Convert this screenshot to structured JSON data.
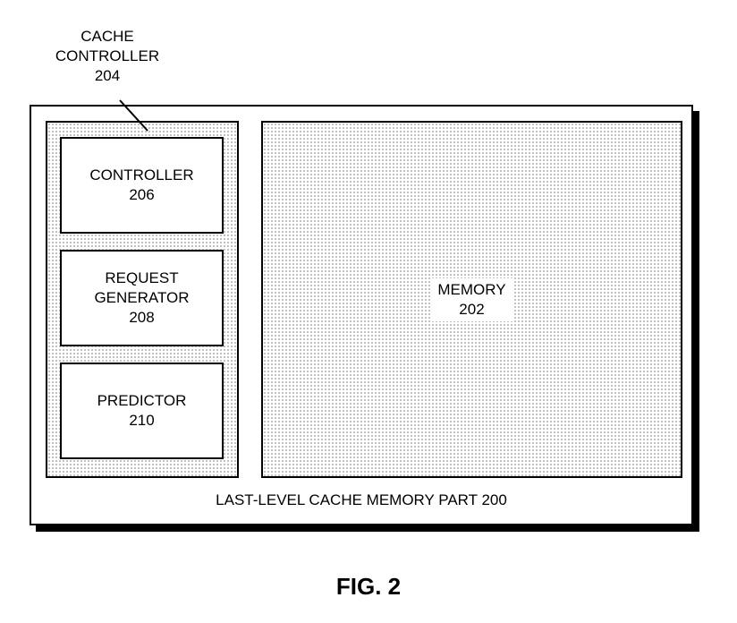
{
  "figure": {
    "caption": "FIG. 2"
  },
  "outer_box": {
    "label": "LAST-LEVEL CACHE MEMORY PART 200"
  },
  "cache_controller": {
    "label_line1": "CACHE",
    "label_line2": "CONTROLLER",
    "label_ref": "204",
    "blocks": [
      {
        "line1": "CONTROLLER",
        "line2": "",
        "ref": "206"
      },
      {
        "line1": "REQUEST",
        "line2": "GENERATOR",
        "ref": "208"
      },
      {
        "line1": "PREDICTOR",
        "line2": "",
        "ref": "210"
      }
    ]
  },
  "memory": {
    "label": "MEMORY",
    "ref": "202"
  }
}
